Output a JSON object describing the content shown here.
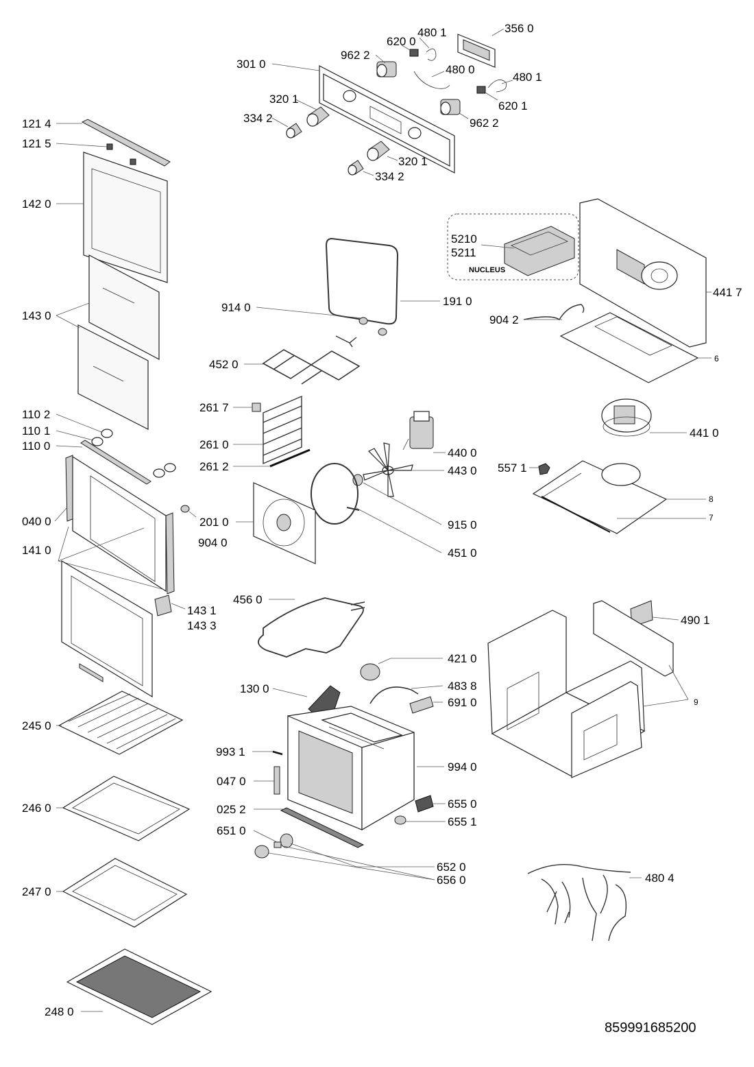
{
  "labels": {
    "l3560": "356 0",
    "l4801a": "480 1",
    "l6200": "620 0",
    "l9622a": "962 2",
    "l3010": "301 0",
    "l4800": "480 0",
    "l4801b": "480 1",
    "l3201a": "320 1",
    "l6201": "620 1",
    "l3342a": "334 2",
    "l9622b": "962 2",
    "l3201b": "320 1",
    "l3342b": "334 2",
    "l1214": "121 4",
    "l1215": "121 5",
    "l1420": "142 0",
    "l1430": "143 0",
    "l1102": "110 2",
    "l1101": "110 1",
    "l1100": "110 0",
    "l0400": "040 0",
    "l1410": "141 0",
    "l9040": "904 0",
    "l1431": "143 1",
    "l1433": "143 3",
    "l2450": "245 0",
    "l2460": "246 0",
    "l2470": "247 0",
    "l2480": "248 0",
    "l9140": "914 0",
    "l1910": "191 0",
    "l4520": "452 0",
    "l2617": "261 7",
    "l2610": "261 0",
    "l2612": "261 2",
    "l4400": "440 0",
    "l4430": "443 0",
    "l2010": "201 0",
    "l9150": "915 0",
    "l4510": "451 0",
    "l4560": "456 0",
    "l4210": "421 0",
    "l1300": "130 0",
    "l4838": "483 8",
    "l6910": "691 0",
    "l9931": "993 1",
    "l9940": "994 0",
    "l0470": "047 0",
    "l6550": "655 0",
    "l0252": "025 2",
    "l6551": "655 1",
    "l6510": "651 0",
    "l6520": "652 0",
    "l6560": "656 0",
    "l5210": "5210",
    "l5211": "5211",
    "nucleus": "NUCLEUS",
    "l4417": "441 7",
    "l9042": "904 2",
    "l6": "6",
    "l4410": "441 0",
    "l5571": "557 1",
    "l8": "8",
    "l7": "7",
    "l4901": "490 1",
    "l9": "9",
    "l4804": "480 4"
  },
  "drawing_code": "859991685200"
}
